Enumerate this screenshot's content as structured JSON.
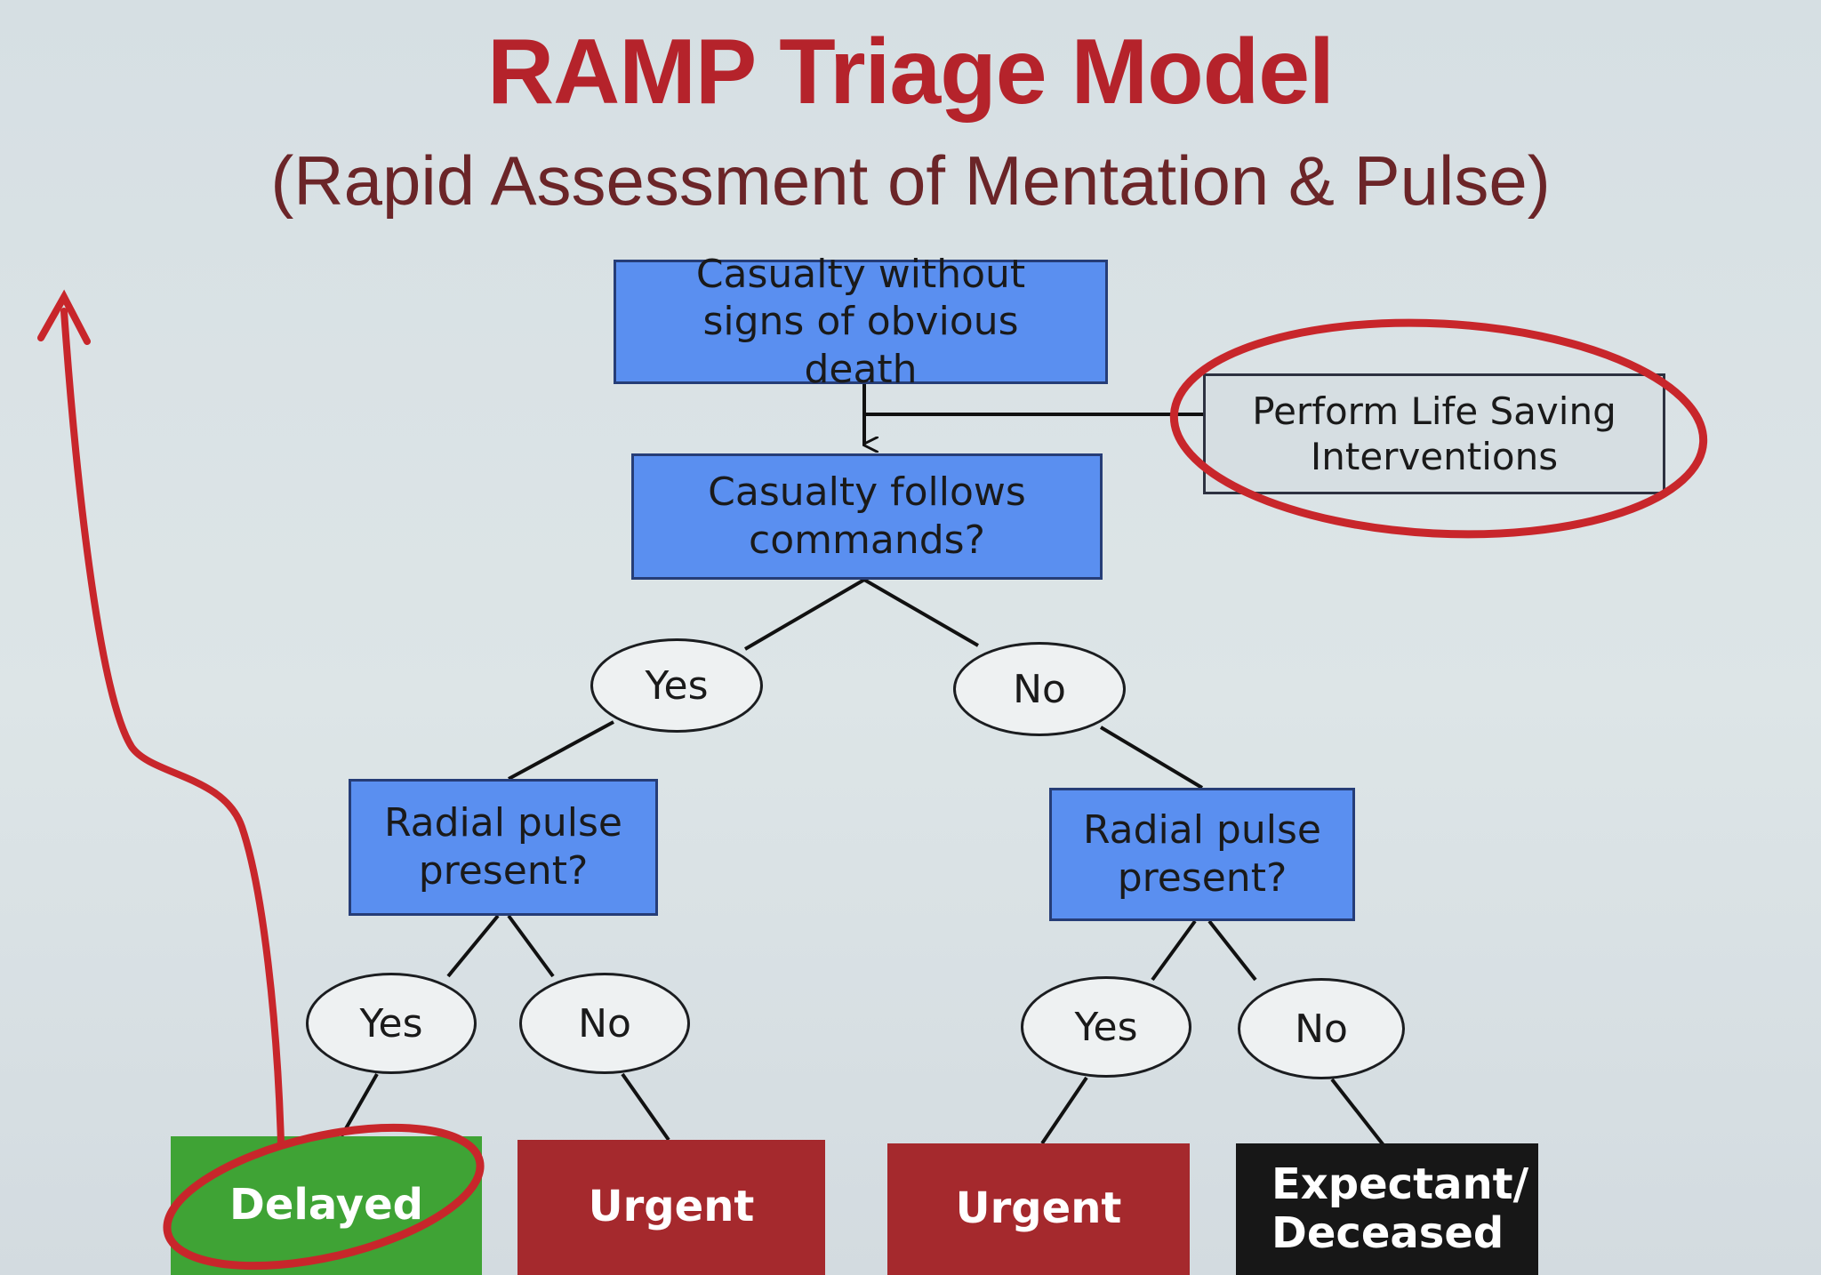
{
  "title": "RAMP Triage Model",
  "subtitle": "(Rapid Assessment of Mentation & Pulse)",
  "nodes": {
    "start": "Casualty without signs of obvious death",
    "lsi": "Perform Life Saving Interventions",
    "commands": "Casualty follows commands?",
    "yes_top": "Yes",
    "no_top": "No",
    "pulse_left": "Radial pulse present?",
    "pulse_right": "Radial pulse present?",
    "yes_ll": "Yes",
    "no_ll": "No",
    "yes_rl": "Yes",
    "no_rl": "No",
    "delayed": "Delayed",
    "urgent_left": "Urgent",
    "urgent_right": "Urgent",
    "expectant": "Expectant/ Deceased"
  },
  "colors": {
    "title": "#b5232b",
    "process_box": "#5a8ff0",
    "delayed": "#3fa335",
    "urgent": "#a5292d",
    "expectant": "#171717",
    "annotation": "#c8262b"
  }
}
